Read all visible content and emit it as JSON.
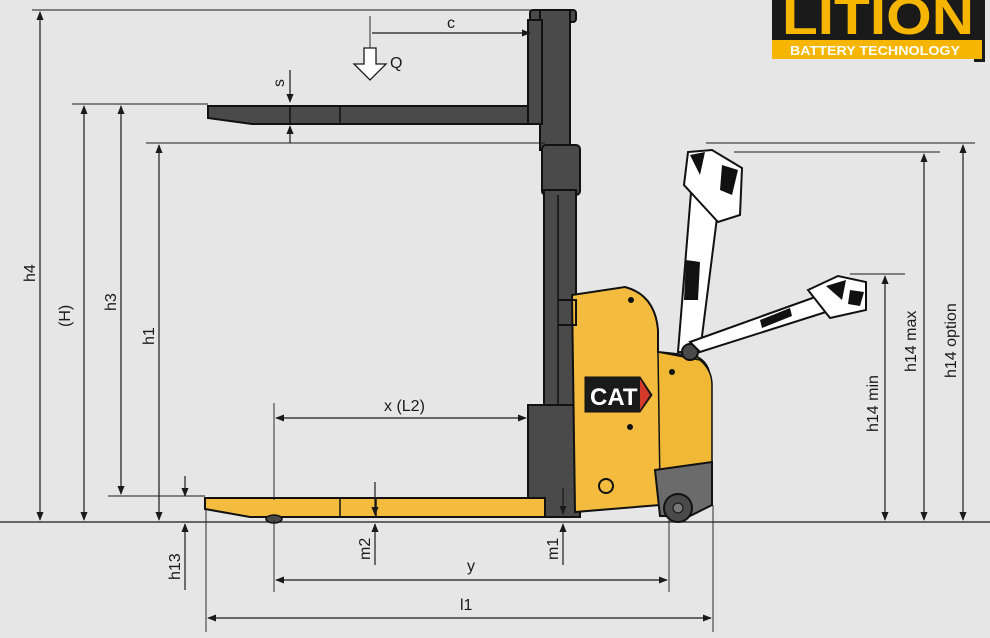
{
  "logo": {
    "top_text": "LITION",
    "bottom_text": "BATTERY TECHNOLOGY",
    "brand_color": "#f6b600",
    "dark_color": "#1a1a1a"
  },
  "truck_logo": "CAT",
  "colors": {
    "background": "#e6e6e6",
    "truck_body": "#f3bc3e",
    "mast": "#4a4a4a",
    "line": "#1a1a1a"
  },
  "labels": {
    "c": "c",
    "Q": "Q",
    "s": "s",
    "h4": "h4",
    "H": "(H)",
    "h3": "h3",
    "h1": "h1",
    "x_L2": "x (L2)",
    "h13": "h13",
    "m2": "m2",
    "y": "y",
    "m1": "m1",
    "l1": "l1",
    "h14_min": "h14 min",
    "h14_max": "h14 max",
    "h14_option": "h14 option"
  }
}
